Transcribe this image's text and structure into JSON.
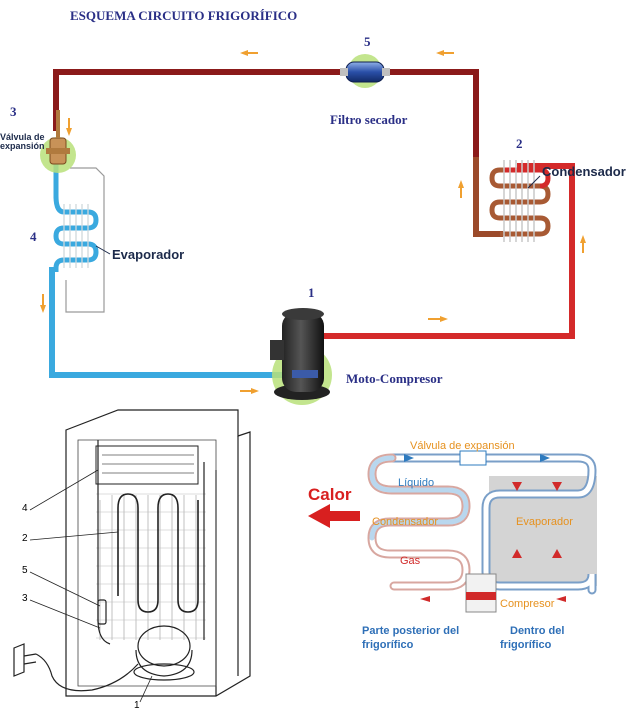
{
  "title": "ESQUEMA CIRCUITO FRIGORÍFICO",
  "numbers": {
    "n1": "1",
    "n2": "2",
    "n3": "3",
    "n4": "4",
    "n5": "5"
  },
  "parts": {
    "filtro": "Filtro secador",
    "condensador": "Condensador",
    "valvula": "Válvula de expansión",
    "valvula_line1": "Válvula de",
    "valvula_line2": "expansión",
    "evaporador": "Evaporador",
    "compresor": "Moto-Compresor"
  },
  "cycle": {
    "valvula": "Válvula de expansión",
    "liquido": "Líquido",
    "calor": "Calor",
    "condensador": "Condensador",
    "evaporador": "Evaporador",
    "gas": "Gas",
    "compresor": "Compresor",
    "parte_posterior_l1": "Parte posterior del",
    "parte_posterior_l2": "frigorífico",
    "dentro_l1": "Dentro del",
    "dentro_l2": "frigorífico"
  },
  "sketch_numbers": {
    "s4": "4",
    "s2": "2",
    "s5": "5",
    "s3": "3",
    "s1": "1"
  },
  "colors": {
    "title_blue": "#2a2f86",
    "hot_red": "#d42a2a",
    "dark_red": "#8b1a1a",
    "cold_blue": "#3aa9df",
    "flow_arrow": "#f0a030",
    "cycle_blue": "#2e7bbf",
    "cycle_orange": "#e6911f",
    "cycle_red": "#d12a2a"
  },
  "icons": [
    "filter-drier-icon",
    "compressor-icon",
    "expansion-valve-icon",
    "flow-arrow-icon",
    "calor-arrow-icon"
  ]
}
